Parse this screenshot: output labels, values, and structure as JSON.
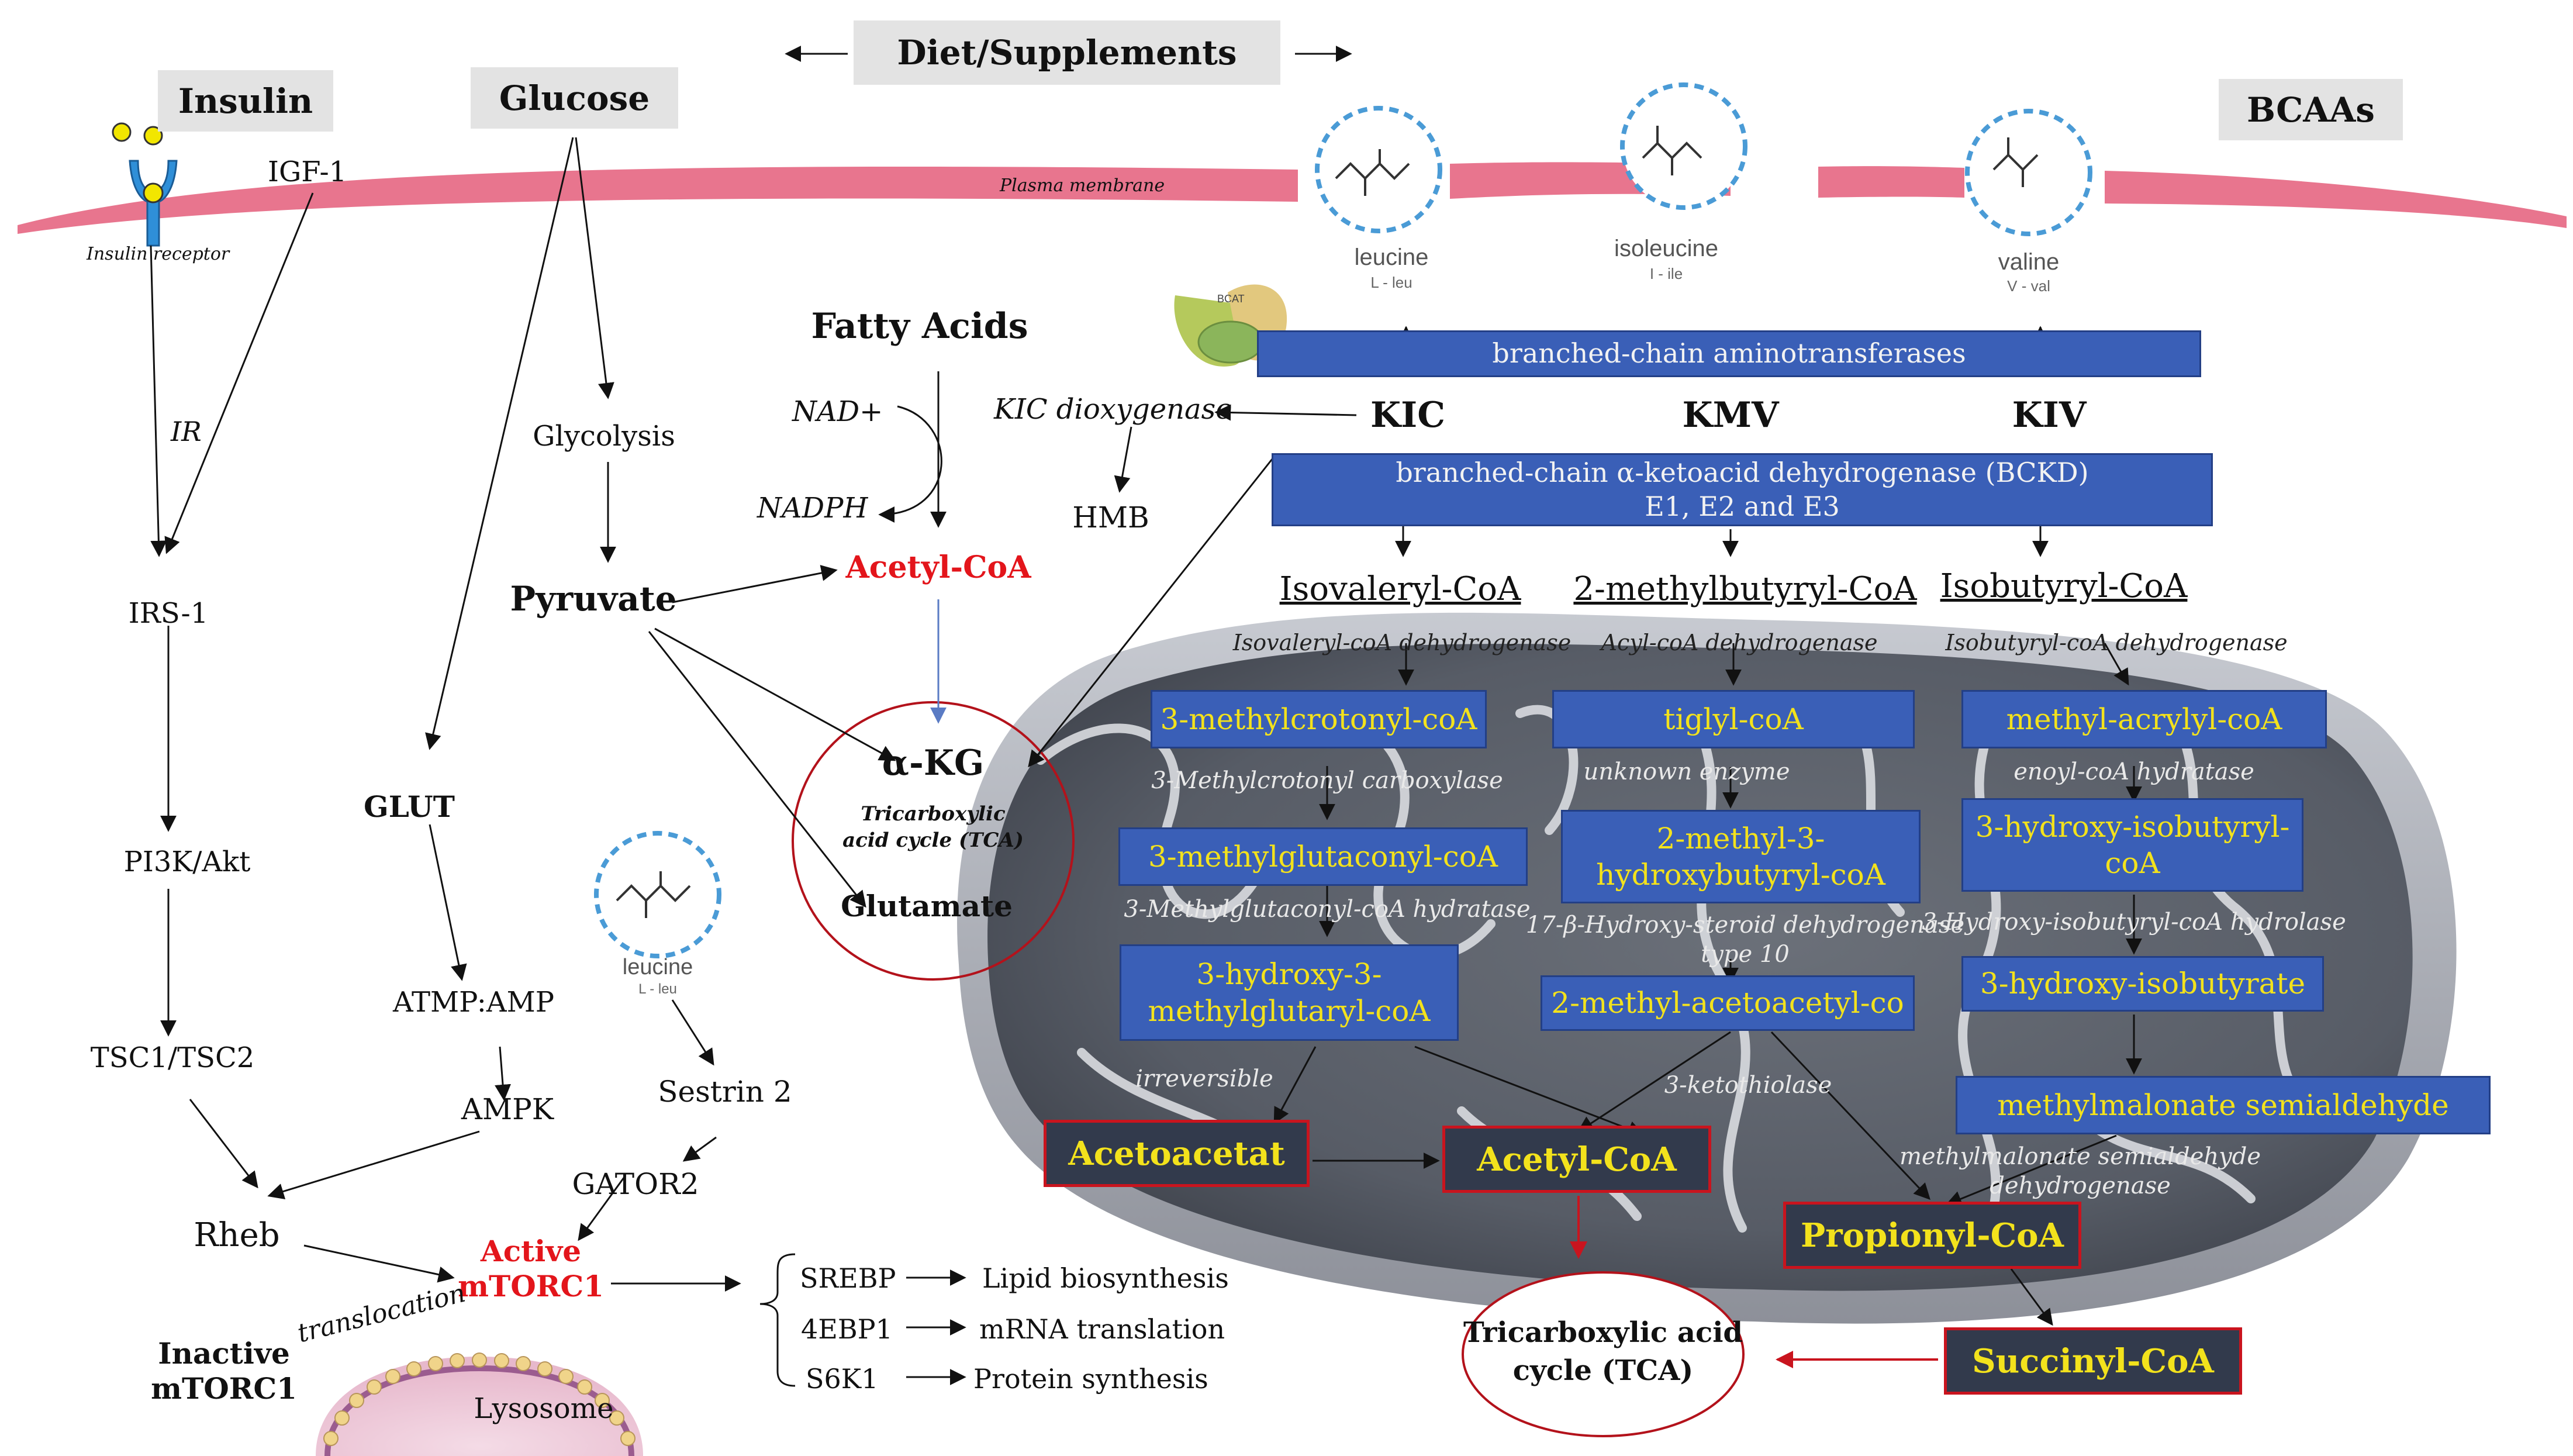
{
  "colors": {
    "membrane": "#e8758e",
    "enzyme_box": "#3a5fb7",
    "metabolite_box": "#323a4c",
    "metabolite_border": "#c9141e",
    "highlight_text": "#f3e21c",
    "active_red": "#e3151b",
    "leucine_ring": "#4a9bd6"
  },
  "header": {
    "diet": "Diet/Supplements",
    "insulin": "Insulin",
    "glucose": "Glucose",
    "bcaas": "BCAAs",
    "plasma_membrane": "Plasma membrane",
    "insulin_receptor": "Insulin receptor",
    "igf1": "IGF-1"
  },
  "amino_acids": {
    "leucine": {
      "name": "leucine",
      "abbr": "L - leu"
    },
    "isoleucine": {
      "name": "isoleucine",
      "abbr": "I - ile"
    },
    "valine": {
      "name": "valine",
      "abbr": "V - val"
    },
    "leucine2": {
      "name": "leucine",
      "abbr": "L - leu"
    },
    "icons": [
      "leucine-structure-icon",
      "isoleucine-structure-icon",
      "valine-structure-icon",
      "leucine-structure-icon"
    ]
  },
  "bcat_icon_label": "BCAT",
  "enzymes": {
    "bcat": "branched-chain aminotransferases",
    "bckd_line1": "branched-chain α-ketoacid dehydrogenase (BCKD)",
    "bckd_line2": "E1, E2 and E3"
  },
  "ketoacids": {
    "kic": "KIC",
    "kmv": "KMV",
    "kiv": "KIV"
  },
  "kic_branch": {
    "kic_dioxygenase": "KIC dioxygenase",
    "hmb": "HMB"
  },
  "fatty": {
    "fatty_acids": "Fatty Acids",
    "nad": "NAD+",
    "nadph": "NADPH",
    "acetyl_coa": "Acetyl-CoA"
  },
  "tca_small": {
    "akg": "α-KG",
    "line1": "Tricarboxylic",
    "line2": "acid cycle (TCA)",
    "glutamate": "Glutamate"
  },
  "left_pathway": {
    "ir": "IR",
    "irs1": "IRS-1",
    "pi3k": "PI3K/Akt",
    "tsc": "TSC1/TSC2",
    "rheb": "Rheb",
    "glycolysis": "Glycolysis",
    "pyruvate": "Pyruvate",
    "glut": "GLUT",
    "atmp": "ATMP:AMP",
    "ampk": "AMPK",
    "sestrin": "Sestrin 2",
    "gator2": "GATOR2",
    "active_line1": "Active",
    "active_line2": "mTORC1",
    "inactive_line1": "Inactive",
    "inactive_line2": "mTORC1",
    "translocation": "translocation",
    "lysosome": "Lysosome"
  },
  "outputs": [
    {
      "target": "SREBP",
      "result": "Lipid biosynthesis"
    },
    {
      "target": "4EBP1",
      "result": "mRNA translation"
    },
    {
      "target": "S6K1",
      "result": "Protein synthesis"
    }
  ],
  "columns": {
    "isovaleryl": "Isovaleryl-CoA",
    "methylbutyryl": "2-methylbutyryl-CoA",
    "isobutyryl": "Isobutyryl-CoA",
    "isovaleryl_enzyme": "Isovaleryl-coA dehydrogenase",
    "acyl_enzyme": "Acyl-coA dehydrogenase",
    "isobutyryl_enzyme": "Isobutyryl-coA dehydrogenase"
  },
  "leucine_column": {
    "step1": "3-methylcrotonyl-coA",
    "enzyme1": "3-Methylcrotonyl carboxylase",
    "step2": "3-methylglutaconyl-coA",
    "enzyme2": "3-Methylglutaconyl-coA hydratase",
    "step3_line1": "3-hydroxy-3-",
    "step3_line2": "methylglutaryl-coA",
    "irreversible": "irreversible"
  },
  "isoleucine_column": {
    "step1": "tiglyl-coA",
    "enzyme1": "unknown enzyme",
    "step2_line1": "2-methyl-3-",
    "step2_line2": "hydroxybutyryl-coA",
    "enzyme2_line1": "17-β-Hydroxy-steroid dehydrogenase",
    "enzyme2_line2": "type 10",
    "step3": "2-methyl-acetoacetyl-co",
    "thiolase": "3-ketothiolase"
  },
  "valine_column": {
    "step1": "methyl-acrylyl-coA",
    "enzyme1": "enoyl-coA hydratase",
    "step2_line1": "3-hydroxy-isobutyryl-",
    "step2_line2": "coA",
    "enzyme2": "3-Hydroxy-isobutyryl-coA hydrolase",
    "step3": "3-hydroxy-isobutyrate",
    "step4": "methylmalonate semialdehyde",
    "enzyme4_line1": "methylmalonate semialdehyde",
    "enzyme4_line2": "dehydrogenase"
  },
  "products": {
    "acetoacetat": "Acetoacetat",
    "acetyl_coa": "Acetyl-CoA",
    "propionyl_coa": "Propionyl-CoA",
    "succinyl_coa": "Succinyl-CoA",
    "tca_line1": "Tricarboxylic acid",
    "tca_line2": "cycle (TCA)"
  }
}
